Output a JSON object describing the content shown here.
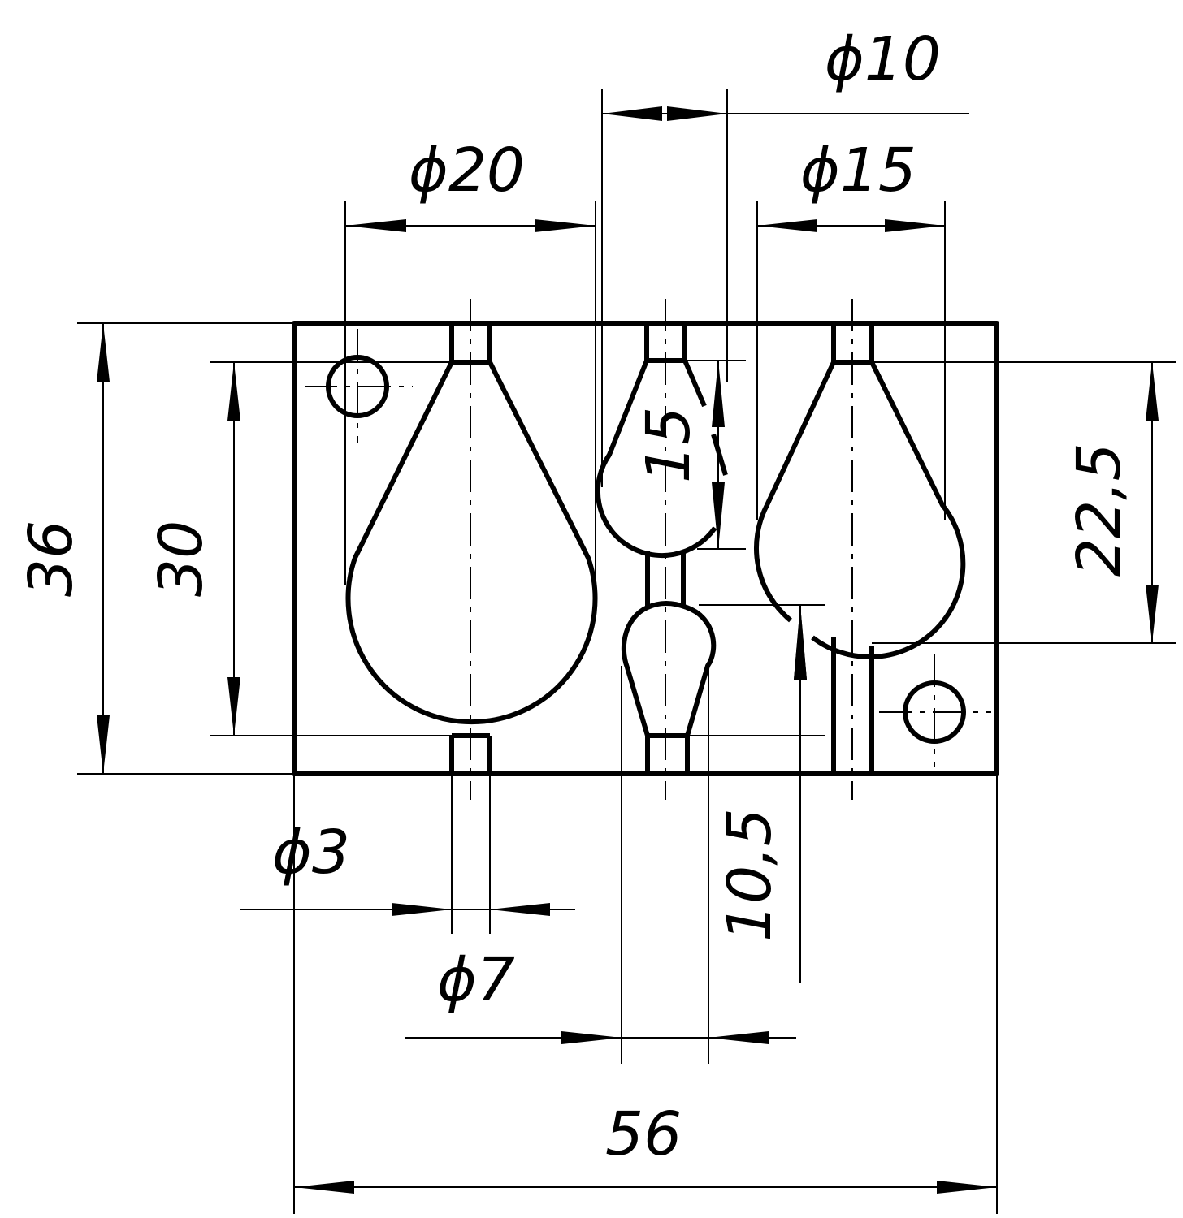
{
  "drawing": {
    "dimensions": {
      "height_total": "36",
      "height_cavity": "30",
      "right_height": "22,5",
      "mid_height": "15",
      "diam_large": "ϕ20",
      "diam_gap": "ϕ10",
      "diam_right": "ϕ15",
      "hole_small": "ϕ3",
      "channel": "ϕ7",
      "mid_lower": "10,5",
      "width_total": "56"
    }
  }
}
